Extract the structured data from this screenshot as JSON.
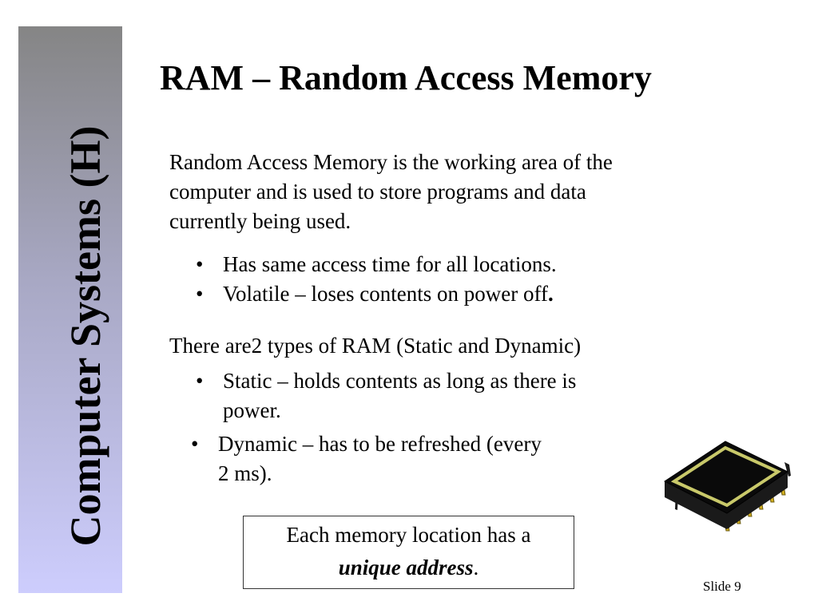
{
  "sidebar": {
    "label": "Computer Systems (H)"
  },
  "slide": {
    "title": "RAM – Random Access Memory",
    "intro_lines": [
      "Random Access Memory is the working area of the",
      "computer and is used to store programs and data",
      "currently being used."
    ],
    "bullets_properties": [
      {
        "text": "Has same access time for all locations."
      },
      {
        "text": "Volatile – loses contents on power off",
        "suffix_bold": "."
      }
    ],
    "types_intro": "There are2 types of RAM (Static and Dynamic)",
    "static_bullet_lines": [
      "Static – holds contents as long as there is",
      "power."
    ],
    "dynamic_bullet_lines": [
      "Dynamic – has to be refreshed (every",
      "2 ms)."
    ],
    "bullet_glyph": "•",
    "address_box": {
      "line1": "Each memory location has a",
      "emphasis": "unique address",
      "trailing": "."
    },
    "slide_number": "Slide 9",
    "image": {
      "icon": "memory-chip-icon"
    }
  },
  "colors": {
    "sidebar_top": "#858585",
    "sidebar_bottom": "#cdcdfd",
    "chip_body": "#0a0a0a",
    "chip_border": "#c9c96a",
    "chip_pins": "#d4b020"
  }
}
